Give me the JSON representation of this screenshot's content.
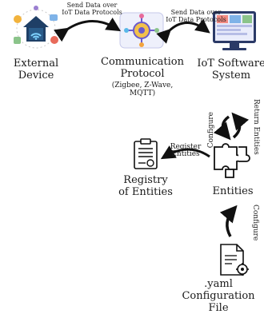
{
  "nodes": {
    "external_device": {
      "line1": "External",
      "line2": "Device"
    },
    "communication_protocol": {
      "line1": "Communication",
      "line2": "Protocol",
      "sub": "(Zigbee, Z-Wave, MQTT)"
    },
    "iot_software": {
      "line1": "IoT Software",
      "line2": "System"
    },
    "registry": {
      "line1": "Registry",
      "line2": "of Entities"
    },
    "entities": {
      "label": "Entities"
    },
    "yaml": {
      "line1": ".yaml Configuration",
      "line2": "File"
    }
  },
  "edges": {
    "device_protocol": {
      "line1": "Send Data over",
      "line2": "IoT Data Protocols"
    },
    "protocol_software": {
      "line1": "Send Data over",
      "line2": "IoT Data Protocols"
    },
    "configure_top": "Configure",
    "return_entities": "Return Entities",
    "register_entities": "Register Entities",
    "configure_bottom": "Configure"
  }
}
